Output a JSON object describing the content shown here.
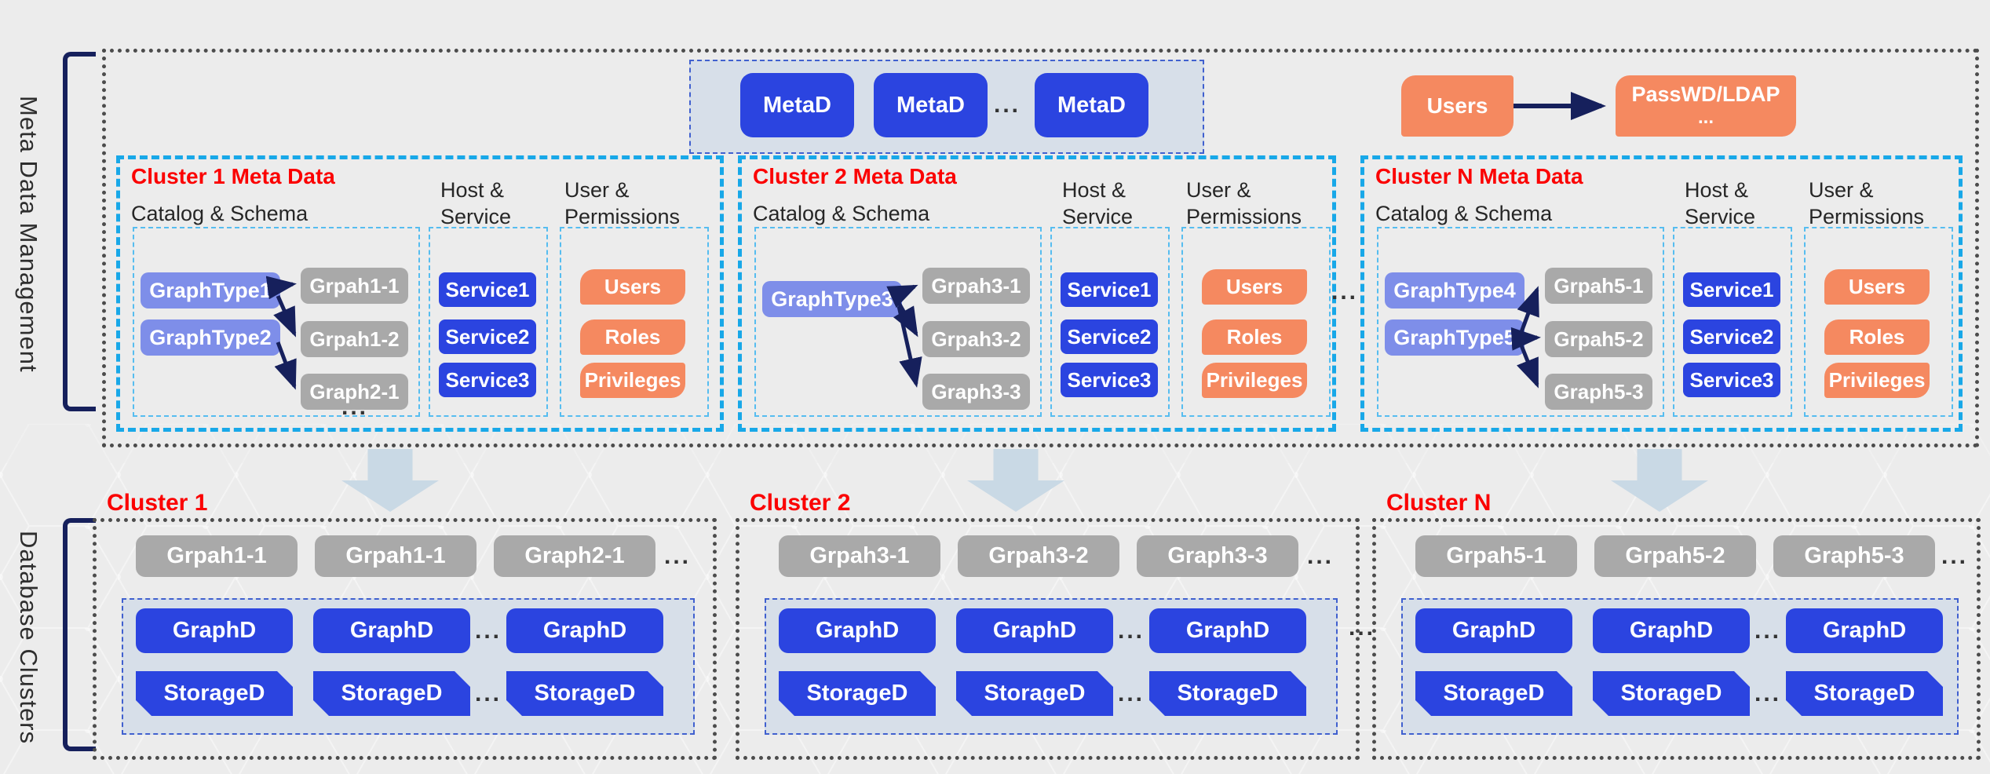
{
  "diagram": {
    "side_labels": {
      "meta": "Meta Data Management",
      "database": "Database Clusters"
    },
    "colors": {
      "blue": "#2b44e0",
      "periwinkle": "#7e8ee9",
      "orange": "#f58960",
      "gray": "#a9a9a9",
      "cyan_dash": "#18a8e8",
      "navy": "#16205c",
      "red": "#fb0000",
      "panel_bg": "#d7dfe9",
      "down_arrow": "#c9d9e5"
    }
  },
  "meta_management": {
    "metad": {
      "boxes": [
        "MetaD",
        "MetaD",
        "MetaD"
      ],
      "ellipsis": "..."
    },
    "auth": {
      "users": "Users",
      "passwd": "PassWD/LDAP",
      "passwd_sub": "..."
    },
    "between_ellipsis": "...",
    "clusters": [
      {
        "title": "Cluster 1 Meta Data",
        "catalog_label": "Catalog & Schema",
        "host_line1": "Host &",
        "host_line2": "Service",
        "user_line1": "User &",
        "user_line2": "Permissions",
        "graph_types": [
          "GraphType1",
          "GraphType2"
        ],
        "graphs": [
          "Grpah1-1",
          "Grpah1-2",
          "Graph2-1"
        ],
        "catalog_ellipsis": "...",
        "services": [
          "Service1",
          "Service2",
          "Service3"
        ],
        "permissions": [
          "Users",
          "Roles",
          "Privileges"
        ]
      },
      {
        "title": "Cluster 2 Meta Data",
        "catalog_label": "Catalog & Schema",
        "host_line1": "Host &",
        "host_line2": "Service",
        "user_line1": "User &",
        "user_line2": "Permissions",
        "graph_types": [
          "GraphType3"
        ],
        "graphs": [
          "Grpah3-1",
          "Grpah3-2",
          "Graph3-3"
        ],
        "services": [
          "Service1",
          "Service2",
          "Service3"
        ],
        "permissions": [
          "Users",
          "Roles",
          "Privileges"
        ]
      },
      {
        "title": "Cluster N Meta Data",
        "catalog_label": "Catalog & Schema",
        "host_line1": "Host &",
        "host_line2": "Service",
        "user_line1": "User &",
        "user_line2": "Permissions",
        "graph_types": [
          "GraphType4",
          "GraphType5"
        ],
        "graphs": [
          "Grpah5-1",
          "Grpah5-2",
          "Graph5-3"
        ],
        "services": [
          "Service1",
          "Service2",
          "Service3"
        ],
        "permissions": [
          "Users",
          "Roles",
          "Privileges"
        ]
      }
    ]
  },
  "database_clusters": {
    "between_ellipsis": "...",
    "clusters": [
      {
        "title": "Cluster 1",
        "graphs": [
          "Grpah1-1",
          "Grpah1-1",
          "Graph2-1"
        ],
        "graphs_ellipsis": "...",
        "graphd": [
          "GraphD",
          "GraphD",
          "GraphD"
        ],
        "graphd_ellipsis": "...",
        "storaged": [
          "StorageD",
          "StorageD",
          "StorageD"
        ],
        "storaged_ellipsis": "..."
      },
      {
        "title": "Cluster 2",
        "graphs": [
          "Grpah3-1",
          "Grpah3-2",
          "Graph3-3"
        ],
        "graphs_ellipsis": "...",
        "graphd": [
          "GraphD",
          "GraphD",
          "GraphD"
        ],
        "graphd_ellipsis": "...",
        "storaged": [
          "StorageD",
          "StorageD",
          "StorageD"
        ],
        "storaged_ellipsis": "..."
      },
      {
        "title": "Cluster N",
        "graphs": [
          "Grpah5-1",
          "Grpah5-2",
          "Graph5-3"
        ],
        "graphs_ellipsis": "...",
        "graphd": [
          "GraphD",
          "GraphD",
          "GraphD"
        ],
        "graphd_ellipsis": "...",
        "storaged": [
          "StorageD",
          "StorageD",
          "StorageD"
        ],
        "storaged_ellipsis": "..."
      }
    ]
  }
}
